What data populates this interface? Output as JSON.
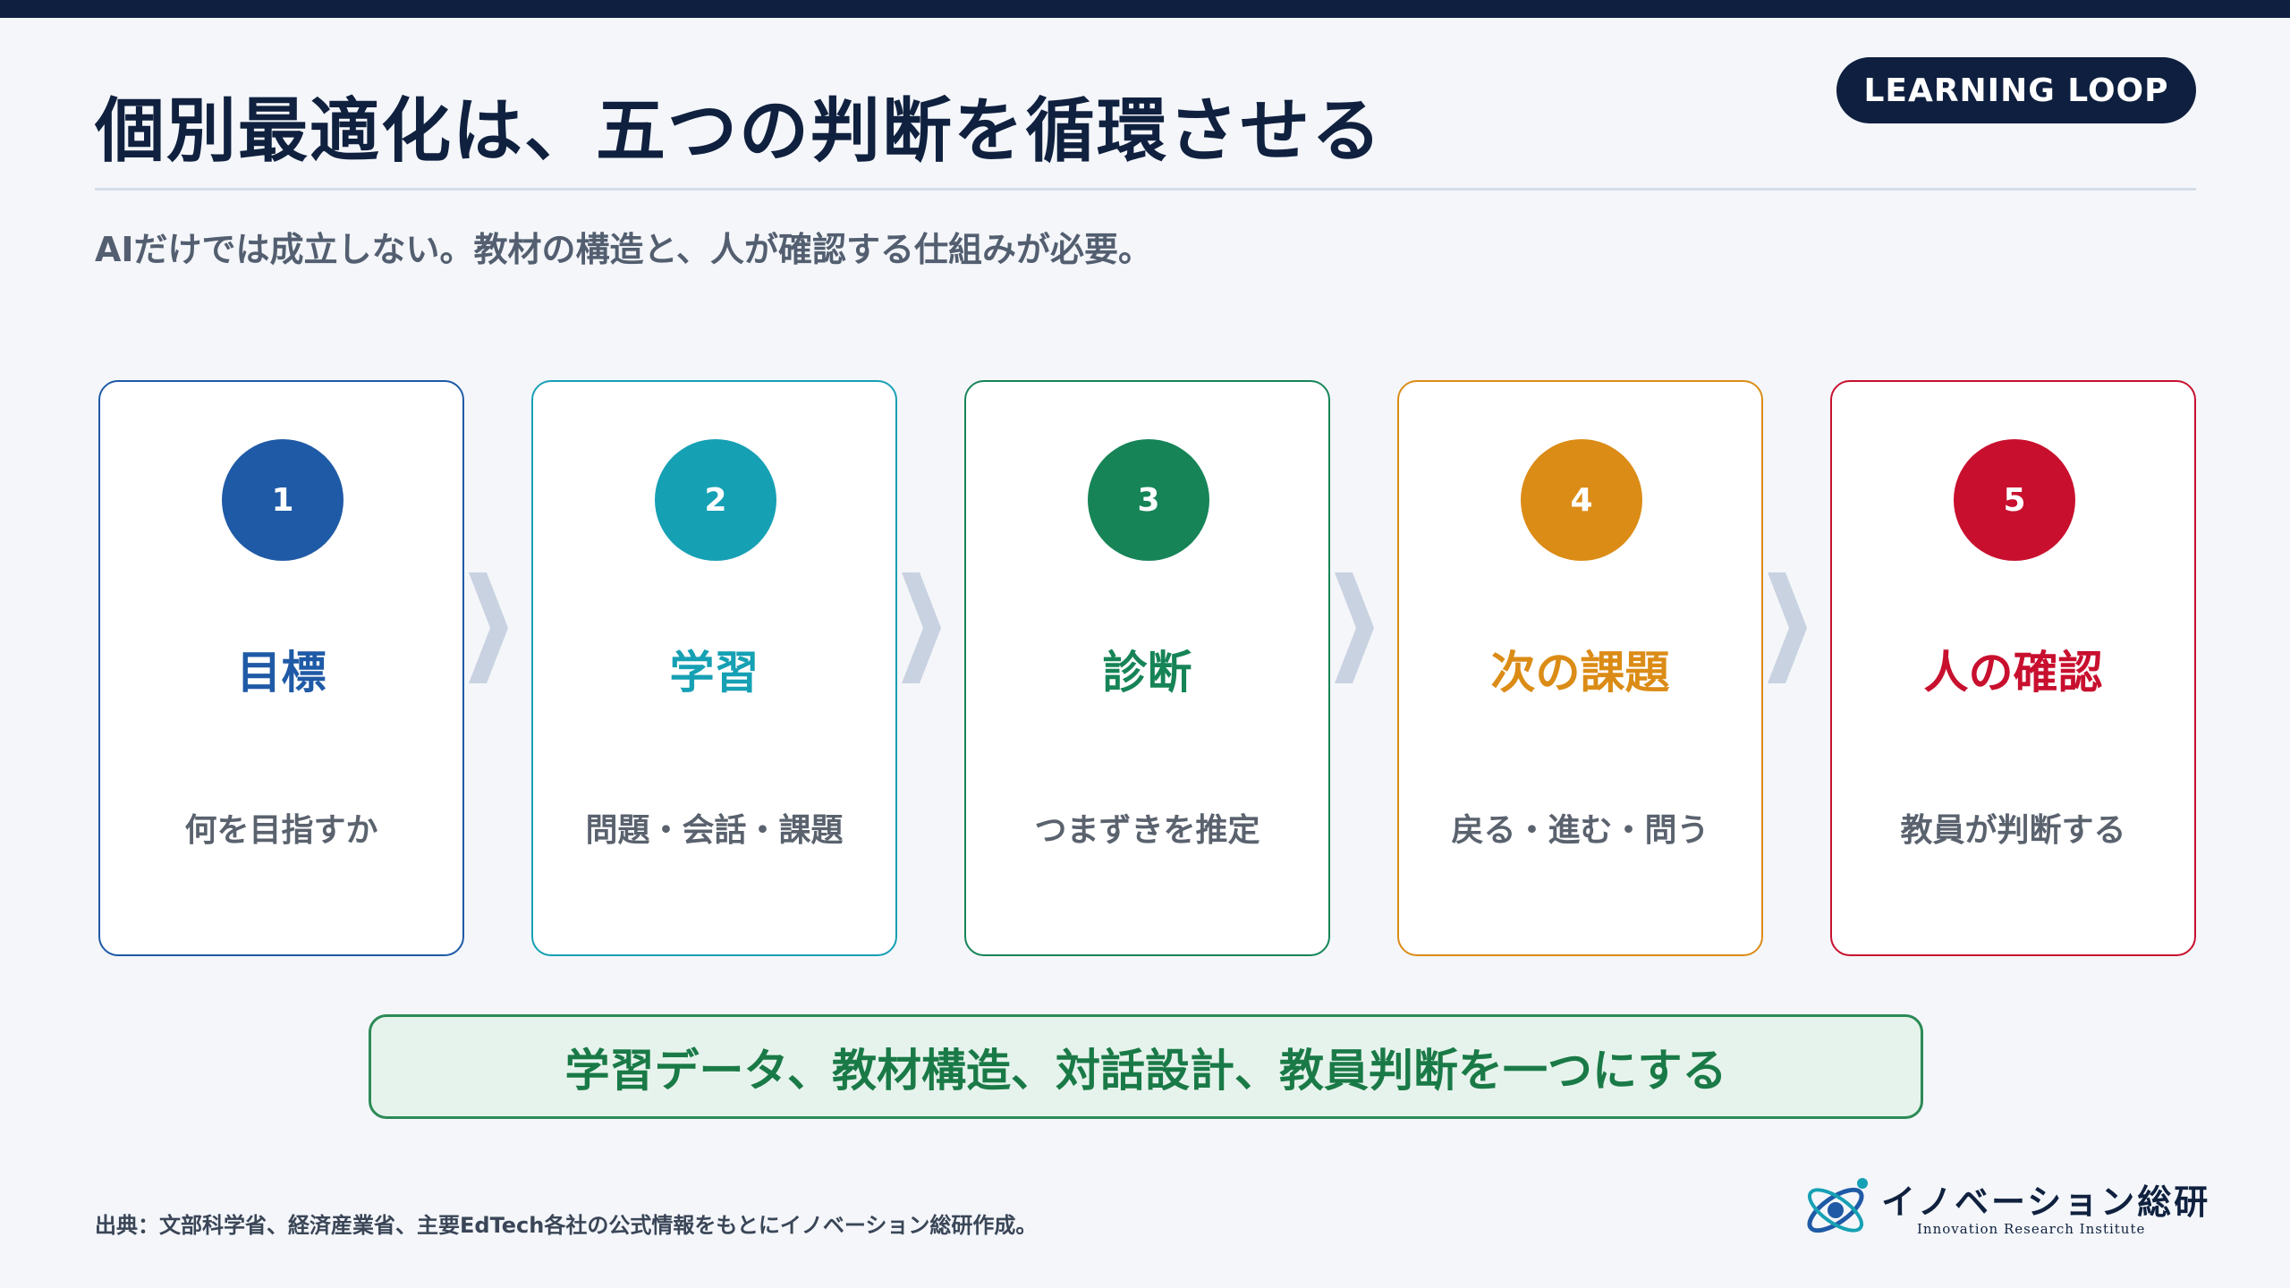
{
  "header": {
    "title": "個別最適化は、五つの判断を循環させる",
    "badge": "LEARNING LOOP",
    "subtitle": "AIだけでは成立しない。教材の構造と、人が確認する仕組みが必要。"
  },
  "steps": [
    {
      "number": "1",
      "title": "目標",
      "description": "何を目指すか",
      "color": "#1f5aa6"
    },
    {
      "number": "2",
      "title": "学習",
      "description": "問題・会話・課題",
      "color": "#16a0b4"
    },
    {
      "number": "3",
      "title": "診断",
      "description": "つまずきを推定",
      "color": "#168457"
    },
    {
      "number": "4",
      "title": "次の課題",
      "description": "戻る・進む・問う",
      "color": "#db8c16"
    },
    {
      "number": "5",
      "title": "人の確認",
      "description": "教員が判断する",
      "color": "#c8102e"
    }
  ],
  "arrow_color": "#c9d2e0",
  "banner": {
    "text": "学習データ、教材構造、対話設計、教員判断を一つにする"
  },
  "footer": {
    "source": "出典：文部科学省、経済産業省、主要EdTech各社の公式情報をもとにイノベーション総研作成。",
    "logo_name": "イノベーション総研",
    "logo_tagline": "Innovation Research Institute"
  }
}
